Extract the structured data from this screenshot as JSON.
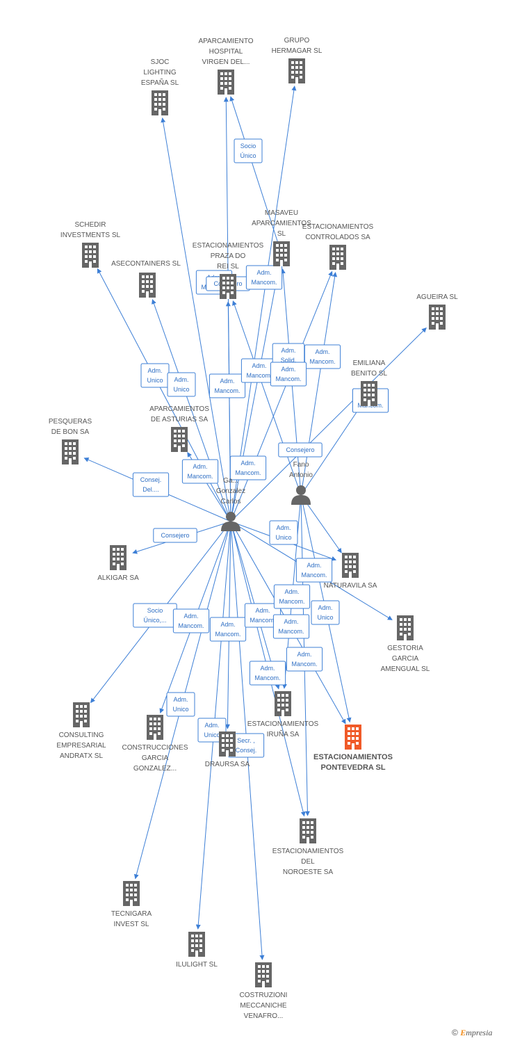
{
  "colors": {
    "company": "#666666",
    "highlight": "#f05a28",
    "person": "#666666",
    "edge": "#3d7fd6",
    "label_text": "#555555"
  },
  "nodes": [
    {
      "id": "sjoc",
      "type": "company",
      "lines": [
        "SJOC",
        "LIGHTING",
        "ESPAÑA SL"
      ]
    },
    {
      "id": "aparcamiento_hospital",
      "type": "company",
      "lines": [
        "APARCAMIENTO",
        "HOSPITAL",
        "VIRGEN DEL..."
      ]
    },
    {
      "id": "grupo_hermagar",
      "type": "company",
      "lines": [
        "GRUPO",
        "HERMAGAR SL"
      ]
    },
    {
      "id": "masaveu",
      "type": "company",
      "lines": [
        "MASAVEU",
        "APARCAMIENTOS",
        "SL"
      ]
    },
    {
      "id": "schedir",
      "type": "company",
      "lines": [
        "SCHEDIR",
        "INVESTMENTS SL"
      ]
    },
    {
      "id": "asecontainers",
      "type": "company",
      "lines": [
        "ASECONTAINERS SL"
      ]
    },
    {
      "id": "praza_do_rei",
      "type": "company",
      "lines": [
        "ESTACIONAMIENTOS",
        "PRAZA DO",
        "REI SL"
      ]
    },
    {
      "id": "controlados",
      "type": "company",
      "lines": [
        "ESTACIONAMIENTOS",
        "CONTROLADOS SA"
      ]
    },
    {
      "id": "agueira",
      "type": "company",
      "lines": [
        "AGUEIRA SL"
      ]
    },
    {
      "id": "emiliana",
      "type": "company",
      "lines": [
        "EMILIANA",
        "BENITO SL"
      ]
    },
    {
      "id": "asturias",
      "type": "company",
      "lines": [
        "APARCAMIENTOS",
        "DE ASTURIAS SA"
      ]
    },
    {
      "id": "pesqueras",
      "type": "company",
      "lines": [
        "PESQUERAS",
        "DE BON SA"
      ]
    },
    {
      "id": "alkigar",
      "type": "company",
      "lines": [
        "ALKIGAR SA"
      ]
    },
    {
      "id": "naturavila",
      "type": "company",
      "lines": [
        "NATURAVILA SA"
      ]
    },
    {
      "id": "gestoria",
      "type": "company",
      "lines": [
        "GESTORIA",
        "GARCIA",
        "AMENGUAL SL"
      ]
    },
    {
      "id": "consulting",
      "type": "company",
      "lines": [
        "CONSULTING",
        "EMPRESARIAL",
        "ANDRATX SL"
      ]
    },
    {
      "id": "construcciones",
      "type": "company",
      "lines": [
        "CONSTRUCCIONES",
        "GARCIA",
        "GONZALEZ..."
      ]
    },
    {
      "id": "draursa",
      "type": "company",
      "lines": [
        "DRAURSA SA"
      ]
    },
    {
      "id": "iruna",
      "type": "company",
      "lines": [
        "ESTACIONAMIENTOS",
        "IRUÑA SA"
      ]
    },
    {
      "id": "pontevedra",
      "type": "highlight",
      "lines": [
        "ESTACIONAMIENTOS",
        "PONTEVEDRA SL"
      ]
    },
    {
      "id": "noroeste",
      "type": "company",
      "lines": [
        "ESTACIONAMIENTOS",
        "DEL",
        "NOROESTE SA"
      ]
    },
    {
      "id": "tecnigara",
      "type": "company",
      "lines": [
        "TECNIGARA",
        "INVEST SL"
      ]
    },
    {
      "id": "ilulight",
      "type": "company",
      "lines": [
        "ILULIGHT SL"
      ]
    },
    {
      "id": "costruzioni",
      "type": "company",
      "lines": [
        "COSTRUZIONI",
        "MECCANICHE",
        "VENAFRO..."
      ]
    },
    {
      "id": "carlos",
      "type": "person",
      "lines": [
        "Ga...",
        "Gonzalez",
        "Carlos"
      ]
    },
    {
      "id": "fano",
      "type": "person",
      "lines": [
        "Fano",
        "Antonio"
      ]
    }
  ],
  "edges": [
    {
      "from": "carlos",
      "to": "sjoc",
      "label": [
        "Adm.",
        "Unico"
      ]
    },
    {
      "from": "carlos",
      "to": "aparcamiento_hospital",
      "label": [
        "Adm.",
        "Mancom."
      ]
    },
    {
      "from": "masaveu",
      "to": "aparcamiento_hospital",
      "label": [
        "Socio",
        "Único"
      ]
    },
    {
      "from": "carlos",
      "to": "grupo_hermagar",
      "label": [
        "Adm.",
        "Mancom."
      ]
    },
    {
      "from": "carlos",
      "to": "schedir",
      "label": [
        "Adm.",
        "Unico"
      ]
    },
    {
      "from": "carlos",
      "to": "asecontainers",
      "label": [
        "Adm.",
        "Mancom."
      ]
    },
    {
      "from": "carlos",
      "to": "praza_do_rei",
      "label": [
        "Consejero"
      ]
    },
    {
      "from": "fano",
      "to": "praza_do_rei",
      "label": [
        "Adm.",
        "Mancom."
      ]
    },
    {
      "from": "carlos",
      "to": "masaveu",
      "label": [
        "Adm.",
        "Solid."
      ]
    },
    {
      "from": "fano",
      "to": "masaveu",
      "label": [
        "Adm.",
        "Mancom."
      ]
    },
    {
      "from": "carlos",
      "to": "controlados",
      "label": [
        "Adm.",
        "Mancom."
      ]
    },
    {
      "from": "fano",
      "to": "controlados",
      "label": [
        "Adm.",
        "Mancom."
      ]
    },
    {
      "from": "carlos",
      "to": "agueira",
      "label": [
        "Adm.",
        "Mancom."
      ]
    },
    {
      "from": "fano",
      "to": "emiliana",
      "label": [
        "Consejero"
      ]
    },
    {
      "from": "carlos",
      "to": "asturias",
      "label": [
        "Adm.",
        "Mancom."
      ]
    },
    {
      "from": "carlos",
      "to": "pesqueras",
      "label": [
        "Adm.",
        "Mancom."
      ]
    },
    {
      "from": "carlos",
      "to": "alkigar",
      "label": [
        "Consej.",
        "Del...."
      ]
    },
    {
      "from": "carlos",
      "to": "naturavila",
      "label": [
        "Consejero"
      ]
    },
    {
      "from": "fano",
      "to": "naturavila",
      "label": [
        "Adm.",
        "Unico"
      ]
    },
    {
      "from": "carlos",
      "to": "gestoria",
      "label": [
        "Adm.",
        "Mancom."
      ]
    },
    {
      "from": "carlos",
      "to": "consulting",
      "label": [
        "Adm.",
        "Unico"
      ]
    },
    {
      "from": "carlos",
      "to": "construcciones",
      "label": [
        "Socio",
        "Único,..."
      ]
    },
    {
      "from": "carlos",
      "to": "draursa",
      "label": [
        "Adm.",
        "Mancom."
      ]
    },
    {
      "from": "carlos",
      "to": "iruna",
      "label": [
        "Adm.",
        "Mancom."
      ]
    },
    {
      "from": "fano",
      "to": "iruna",
      "label": [
        "Adm.",
        "Mancom."
      ]
    },
    {
      "from": "carlos",
      "to": "pontevedra",
      "label": [
        "Adm.",
        "Mancom."
      ]
    },
    {
      "from": "fano",
      "to": "pontevedra",
      "label": [
        "Adm.",
        "Mancom."
      ]
    },
    {
      "from": "carlos",
      "to": "noroeste",
      "label": [
        "Adm.",
        "Mancom."
      ]
    },
    {
      "from": "fano",
      "to": "noroeste",
      "label": [
        "Adm.",
        "Mancom."
      ]
    },
    {
      "from": "carlos",
      "to": "tecnigara",
      "label": [
        "Adm.",
        "Unico"
      ]
    },
    {
      "from": "carlos",
      "to": "ilulight",
      "label": [
        "Adm.",
        "Unico"
      ]
    },
    {
      "from": "carlos",
      "to": "costruzioni",
      "label": [
        "Secr. ,",
        "Consej."
      ]
    }
  ],
  "copyright": {
    "symbol": "©",
    "brand_first": "E",
    "brand_rest": "mpresia"
  }
}
